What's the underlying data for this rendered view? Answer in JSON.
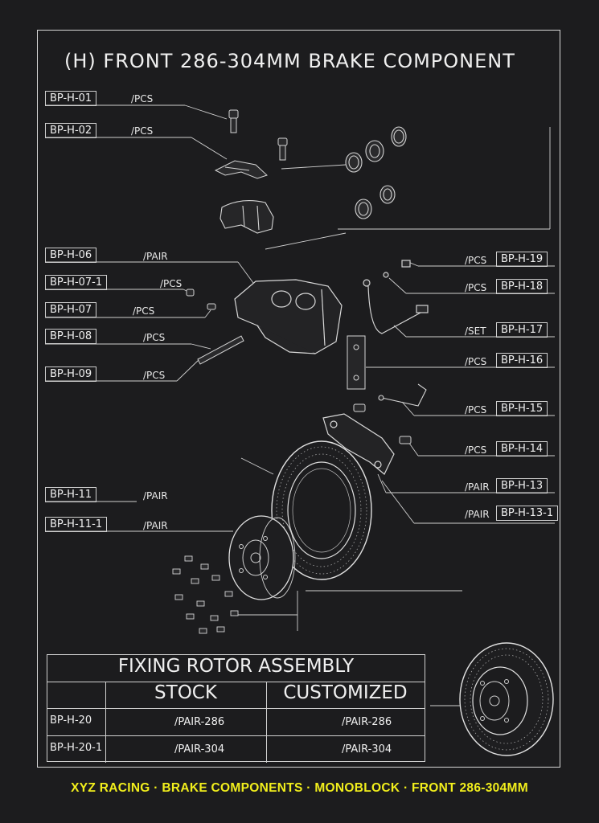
{
  "title": "(H) FRONT  286-304MM  BRAKE  COMPONENT",
  "left_labels": [
    {
      "code": "BP-H-01",
      "unit": "/PCS"
    },
    {
      "code": "BP-H-02",
      "unit": "/PCS"
    },
    {
      "code": "BP-H-06",
      "unit": "/PAIR"
    },
    {
      "code": "BP-H-07-1",
      "unit": "/PCS"
    },
    {
      "code": "BP-H-07",
      "unit": "/PCS"
    },
    {
      "code": "BP-H-08",
      "unit": "/PCS"
    },
    {
      "code": "BP-H-09",
      "unit": "/PCS"
    },
    {
      "code": "BP-H-11",
      "unit": "/PAIR"
    },
    {
      "code": "BP-H-11-1",
      "unit": "/PAIR"
    }
  ],
  "right_labels": [
    {
      "code": "BP-H-19",
      "unit": "/PCS"
    },
    {
      "code": "BP-H-18",
      "unit": "/PCS"
    },
    {
      "code": "BP-H-17",
      "unit": "/SET"
    },
    {
      "code": "BP-H-16",
      "unit": "/PCS"
    },
    {
      "code": "BP-H-15",
      "unit": "/PCS"
    },
    {
      "code": "BP-H-14",
      "unit": "/PCS"
    },
    {
      "code": "BP-H-13",
      "unit": "/PAIR"
    },
    {
      "code": "BP-H-13-1",
      "unit": "/PAIR"
    }
  ],
  "table": {
    "heading": "FIXING ROTOR ASSEMBLY",
    "col_stock": "STOCK",
    "col_custom": "CUSTOMIZED",
    "rows": [
      {
        "code": "BP-H-20",
        "stock": "/PAIR-286",
        "custom": "/PAIR-286"
      },
      {
        "code": "BP-H-20-1",
        "stock": "/PAIR-304",
        "custom": "/PAIR-304"
      }
    ]
  },
  "footer": "XYZ RACING · BRAKE COMPONENTS · MONOBLOCK · FRONT 286-304MM"
}
